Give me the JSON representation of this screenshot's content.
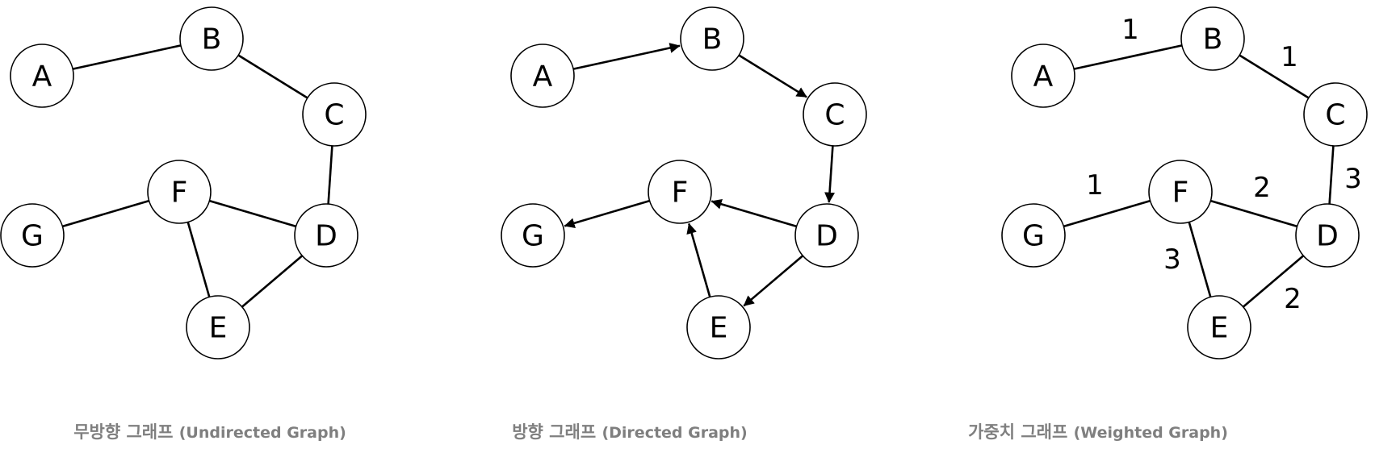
{
  "graphs": [
    {
      "id": "undirected",
      "caption_main": "무방향 그래프",
      "caption_sub": "(Undirected Graph)",
      "directed": false,
      "nodes": [
        "A",
        "B",
        "C",
        "D",
        "E",
        "F",
        "G"
      ],
      "edges": [
        {
          "from": "A",
          "to": "B"
        },
        {
          "from": "B",
          "to": "C"
        },
        {
          "from": "C",
          "to": "D"
        },
        {
          "from": "F",
          "to": "D"
        },
        {
          "from": "D",
          "to": "E"
        },
        {
          "from": "F",
          "to": "E"
        },
        {
          "from": "G",
          "to": "F"
        }
      ]
    },
    {
      "id": "directed",
      "caption_main": "방향 그래프",
      "caption_sub": "(Directed Graph)",
      "directed": true,
      "nodes": [
        "A",
        "B",
        "C",
        "D",
        "E",
        "F",
        "G"
      ],
      "edges": [
        {
          "from": "A",
          "to": "B"
        },
        {
          "from": "B",
          "to": "C"
        },
        {
          "from": "C",
          "to": "D"
        },
        {
          "from": "D",
          "to": "F"
        },
        {
          "from": "D",
          "to": "E"
        },
        {
          "from": "E",
          "to": "F"
        },
        {
          "from": "F",
          "to": "G"
        }
      ]
    },
    {
      "id": "weighted",
      "caption_main": "가중치 그래프",
      "caption_sub": "(Weighted Graph)",
      "directed": false,
      "nodes": [
        "A",
        "B",
        "C",
        "D",
        "E",
        "F",
        "G"
      ],
      "edges": [
        {
          "from": "A",
          "to": "B",
          "weight": "1"
        },
        {
          "from": "B",
          "to": "C",
          "weight": "1"
        },
        {
          "from": "C",
          "to": "D",
          "weight": "3"
        },
        {
          "from": "F",
          "to": "D",
          "weight": "2"
        },
        {
          "from": "D",
          "to": "E",
          "weight": "2"
        },
        {
          "from": "F",
          "to": "E",
          "weight": "3"
        },
        {
          "from": "G",
          "to": "F",
          "weight": "1"
        }
      ]
    }
  ]
}
